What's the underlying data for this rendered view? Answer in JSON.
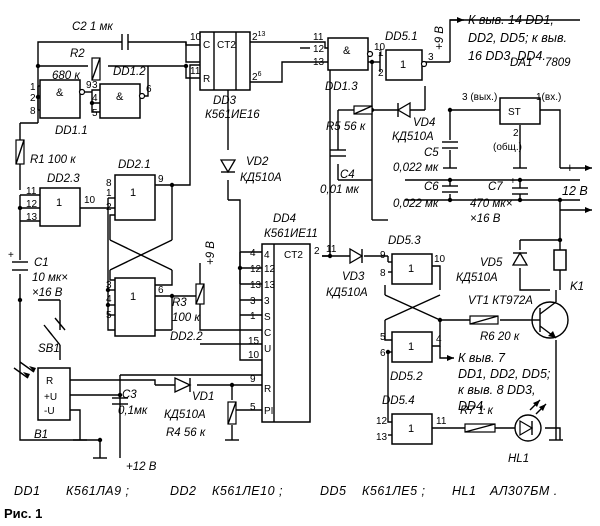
{
  "chips": {
    "dd1_1": "DD1.1",
    "dd1_2": "DD1.2",
    "dd1_3": "DD1.3",
    "dd2_1": "DD2.1",
    "dd2_2": "DD2.2",
    "dd2_3": "DD2.3",
    "dd3": "DD3",
    "dd3_type": "К561ИЕ16",
    "dd4": "DD4",
    "dd4_type": "К561ИЕ11",
    "dd5_1": "DD5.1",
    "dd5_2": "DD5.2",
    "dd5_3": "DD5.3",
    "dd5_4": "DD5.4",
    "da1": "DA1",
    "da1_type": "7809",
    "da1_out": "3 (вых.)",
    "da1_in": "1(вх.)",
    "da1_com_pin": "2",
    "da1_com": "(общ.)",
    "st": "ST",
    "ct2": "CT2",
    "amp": "&",
    "one": "1",
    "R": "R",
    "C": "C",
    "S": "S",
    "U": "U",
    "PI": "PI"
  },
  "components": {
    "c2": "C2  1 мк",
    "r2": "R2",
    "r2_val": "680 к",
    "r1": "R1  100 к",
    "c1": "C1",
    "c1_val1": "10 мк×",
    "c1_val2": "×16 В",
    "sb1": "SB1",
    "b1": "B1",
    "c3": "C3",
    "c3_val": "0,1мк",
    "vd1": "VD1",
    "vd1_type": "КД510А",
    "r4": "R4  56 к",
    "vd2": "VD2",
    "vd2_type": "КД510А",
    "r3": "R3",
    "r3_val": "100 к",
    "r5": "R5  56 к",
    "c4": "C4",
    "c4_val": "0,01 мк",
    "vd4": "VD4",
    "vd4_type": "КД510А",
    "vd3": "VD3",
    "vd3_type": "КД510А",
    "c5": "C5",
    "c5_val": "0,022 мк",
    "c6": "C6",
    "c6_val": "0,022 мк",
    "c7": "C7",
    "c7_val1": "470 мк×",
    "c7_val2": "×16 В",
    "vd5": "VD5",
    "vd5_type": "КД510А",
    "vt1": "VT1  КТ972А",
    "k1": "K1",
    "r6": "R6  20 к",
    "r7": "R7  1 к",
    "hl1": "HL1"
  },
  "power": {
    "plus9_a": "+9 В",
    "plus9_b": "+9 В",
    "plus12": "+12 В",
    "v12": "12 В",
    "plus": "+",
    "minus": "−",
    "u_plus": "+U",
    "u_minus": "-U"
  },
  "notes": {
    "top_1": "К выв. 14  DD1,",
    "top_2": "DD2, DD5;  к выв.",
    "top_3": "16  DD3, DD4.",
    "mid_1": "К выв. 7",
    "mid_2": "DD1, DD2, DD5;",
    "mid_3": "к выв. 8 DD3,",
    "mid_4": "DD4."
  },
  "legend": {
    "dd1": "DD1",
    "dd1_type": "К561ЛА9 ;",
    "dd2": "DD2",
    "dd2_type": "К561ЛЕ10 ;",
    "dd5": "DD5",
    "dd5_type": "К561ЛЕ5 ;",
    "hl1": "HL1",
    "hl1_type": "АЛ307БМ ."
  },
  "caption": "Рис. 1"
}
